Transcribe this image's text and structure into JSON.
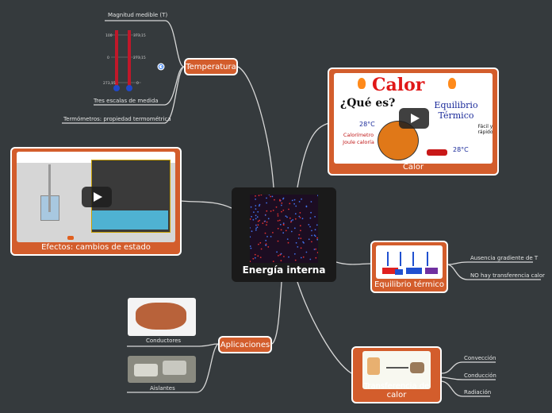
{
  "center": {
    "title": "Energía interna"
  },
  "temperatura": {
    "label": "Temperatura",
    "sub": [
      "Magnitud medible (T)",
      "Tres escalas de medida",
      "Termómetros: propiedad termométrica"
    ],
    "scale_ticks": [
      "100",
      "373,15",
      "0",
      "273,15",
      "273,15",
      "0"
    ]
  },
  "calor": {
    "label": "Calor",
    "image_text": {
      "title": "Calor",
      "question": "¿Qué es?",
      "equilibrio": "Equilibrio Térmico",
      "temp1": "28°C",
      "temp2": "28°C",
      "notes": "Calorímetro Joule caloría",
      "fast": "Fácil y rápido"
    }
  },
  "efectos": {
    "label": "Efectos: cambios de estado"
  },
  "equilibrio": {
    "label": "Equilibrio térmico",
    "sub": [
      "Ausencia gradiente de T",
      "NO hay transferencia calor"
    ]
  },
  "aplicaciones": {
    "label": "Aplicaciones",
    "sub": [
      "Conductores",
      "Aislantes"
    ]
  },
  "transferencia": {
    "label": "Transferencia de calor",
    "sub": [
      "Convección",
      "Conducción",
      "Radiación"
    ]
  },
  "colors": {
    "background": "#353a3d",
    "accent": "#d35d2c",
    "line": "#d8d8d8"
  }
}
